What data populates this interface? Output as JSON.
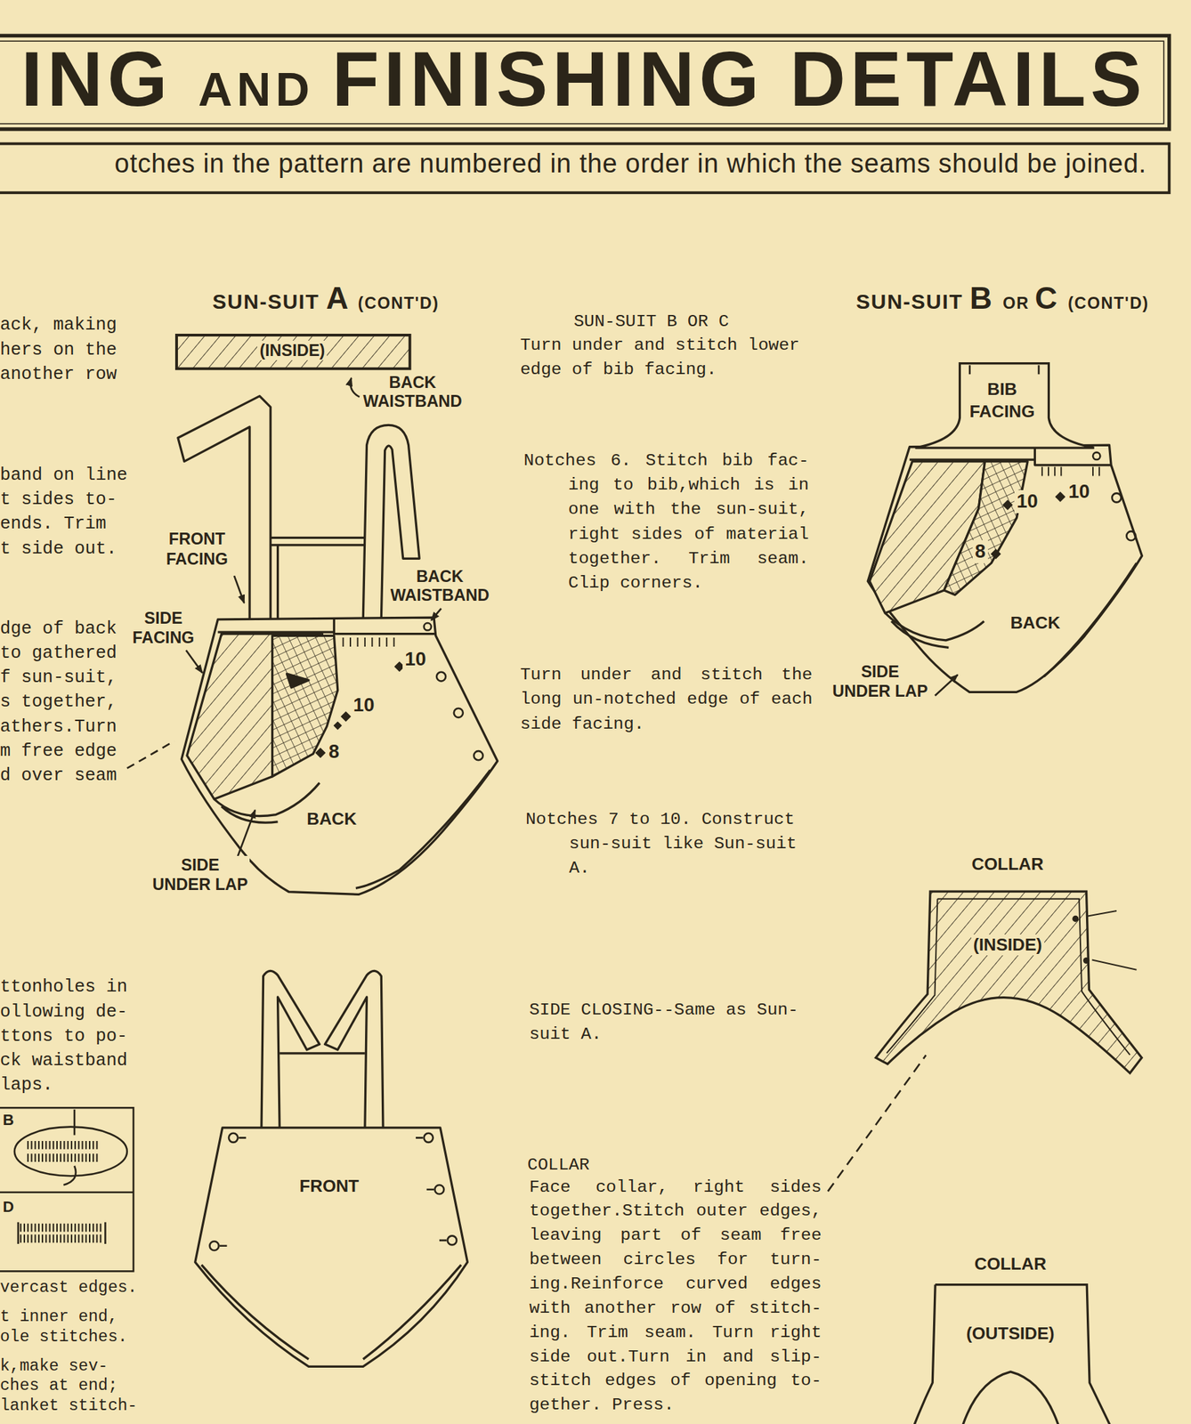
{
  "diagram": {
    "title": "ING AND FINISHING DETAILS",
    "nodes": [
      {
        "text": [
          "(INSIDE)"
        ]
      },
      {
        "text": [
          "BIB FACING"
        ]
      },
      {
        "text": [
          "COLLAR",
          "(INSIDE)"
        ]
      },
      {
        "text": [
          "COLLAR",
          "(OUTSIDE)"
        ]
      }
    ],
    "labels": [
      "otches in the pattern are numbered in the order in which the seams should be joined.",
      "SUN-SUIT A (CONT'D)",
      "SUN-SUIT B OR C (CONT'D)",
      "ack, making hers on the another row",
      "band on line t sides to- ends. Trim t side out.",
      "dge of back to gathered f sun-suit, s together, athers.Turn m free edge d over seam",
      "ttonholes in ollowing de- ttons to po- ck waistband laps.",
      "B",
      "D",
      "vercast edges.",
      "t inner end, ole stitches.",
      "k,make sev- ches at end; lanket stitch-",
      "BACK WAISTBAND",
      "FRONT FACING",
      "SIDE FACING",
      "BACK WAISTBAND",
      "10",
      "10",
      "8",
      "BACK",
      "SIDE UNDER LAP",
      "FRONT",
      "SUN-SUIT B OR C",
      "Turn under and stitch lower edge of bib facing.",
      "Notches 6. Stitch bib fac- ing to bib,which is in one with the sun-suit, right sides of material together. Trim seam. Clip corners.",
      "Turn under and stitch the long un-notched edge of each side facing.",
      "Notches 7 to 10. Construct sun-suit like Sun-suit A.",
      "SIDE CLOSING--Same as Sun- suit A.",
      "COLLAR",
      "Face collar, right sides together.Stitch outer edges, leaving part of seam free between circles for turn- ing.Reinforce curved edges with another row of stitch- ing. Trim seam. Turn right side out.Turn in and slip- stitch edges of opening to- gether. Press.",
      "10",
      "10",
      "8",
      "BACK",
      "SIDE UNDER LAP"
    ]
  }
}
